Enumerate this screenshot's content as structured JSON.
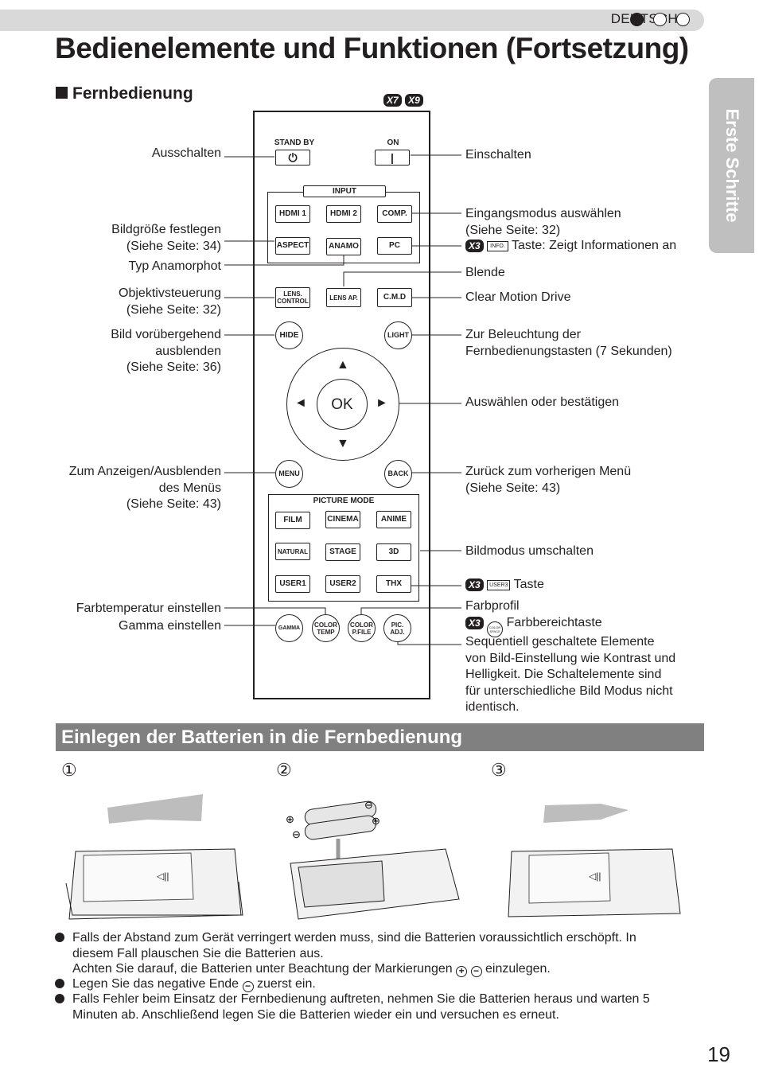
{
  "header": {
    "language": "DEUTSCH",
    "title": "Bedienelemente und Funktionen (Fortsetzung)",
    "side_tab": "Erste Schritte"
  },
  "remote_section": {
    "heading": "Fernbedienung",
    "models": [
      "X7",
      "X9"
    ]
  },
  "remote": {
    "standby": "STAND BY",
    "on": "ON",
    "input_group": "INPUT",
    "hdmi1": "HDMI 1",
    "hdmi2": "HDMI 2",
    "comp": "COMP.",
    "aspect": "ASPECT",
    "anamo": "ANAMO",
    "pc": "PC",
    "lens_control_1": "LENS.",
    "lens_control_2": "CONTROL",
    "lens_ap": "LENS AP.",
    "cmd": "C.M.D",
    "hide": "HIDE",
    "light": "LIGHT",
    "ok": "OK",
    "menu": "MENU",
    "back": "BACK",
    "picture_mode": "PICTURE MODE",
    "film": "FILM",
    "cinema": "CINEMA",
    "anime": "ANIME",
    "natural": "NATURAL",
    "stage": "STAGE",
    "three_d": "3D",
    "user1": "USER1",
    "user2": "USER2",
    "thx": "THX",
    "gamma": "GAMMA",
    "color_temp_1": "COLOR",
    "color_temp_2": "TEMP",
    "color_pfile_1": "COLOR",
    "color_pfile_2": "P.FILE",
    "pic_adj_1": "PIC.",
    "pic_adj_2": "ADJ."
  },
  "labels_left": {
    "ausschalten": "Ausschalten",
    "bildgroesse_1": "Bildgröße festlegen",
    "bildgroesse_2": "(Siehe Seite: 34)",
    "typ_anamorphot": "Typ Anamorphot",
    "objektiv_1": "Objektivsteuerung",
    "objektiv_2": "(Siehe Seite: 32)",
    "bild_1": "Bild vorübergehend",
    "bild_2": "ausblenden",
    "bild_3": "(Siehe Seite: 36)",
    "menu_1": "Zum Anzeigen/Ausblenden",
    "menu_2": "des Menüs",
    "menu_3": "(Siehe Seite: 43)",
    "farbtemp": "Farbtemperatur einstellen",
    "gamma": "Gamma einstellen"
  },
  "labels_right": {
    "einschalten": "Einschalten",
    "eingang_1": "Eingangsmodus auswählen",
    "eingang_2": "(Siehe Seite: 32)",
    "x3": "X3",
    "info_key": "INFO.",
    "info_text": "Taste: Zeigt Informationen an",
    "blende": "Blende",
    "cmd": "Clear Motion Drive",
    "licht_1": "Zur Beleuchtung der",
    "licht_2": "Fernbedienungstasten (7 Sekunden)",
    "auswaehlen": "Auswählen oder bestätigen",
    "zurueck_1": "Zurück zum vorherigen Menü",
    "zurueck_2": "(Siehe Seite: 43)",
    "bildmodus": "Bildmodus umschalten",
    "user3_key": "USER3",
    "taste": "Taste",
    "farbprofil": "Farbprofil",
    "color_space_key_1": "COLOR",
    "color_space_key_2": "SPACE",
    "farbbereich": "Farbbereichtaste",
    "seq_1": "Sequentiell geschaltete Elemente",
    "seq_2": "von Bild-Einstellung wie Kontrast und",
    "seq_3": "Helligkeit. Die Schaltelemente sind",
    "seq_4": "für unterschiedliche Bild Modus nicht",
    "seq_5": "identisch."
  },
  "battery_section": {
    "heading": "Einlegen der Batterien in die Fernbedienung",
    "steps": [
      "①",
      "②",
      "③"
    ]
  },
  "notes": {
    "n1_line1": "Falls der Abstand zum Gerät verringert werden muss, sind die Batterien voraussichtlich erschöpft. In",
    "n1_line2": "diesem Fall plauschen Sie die Batterien aus.",
    "n1_line3a": "Achten Sie darauf, die Batterien unter Beachtung der Markierungen",
    "n1_line3b": "einzulegen.",
    "n2a": "Legen Sie das negative Ende",
    "n2b": "zuerst ein.",
    "n3_line1": "Falls Fehler beim Einsatz der Fernbedienung auftreten, nehmen Sie die Batterien heraus und warten 5",
    "n3_line2": "Minuten ab. Anschließend legen Sie die Batterien wieder ein und versuchen es erneut."
  },
  "page_number": "19"
}
